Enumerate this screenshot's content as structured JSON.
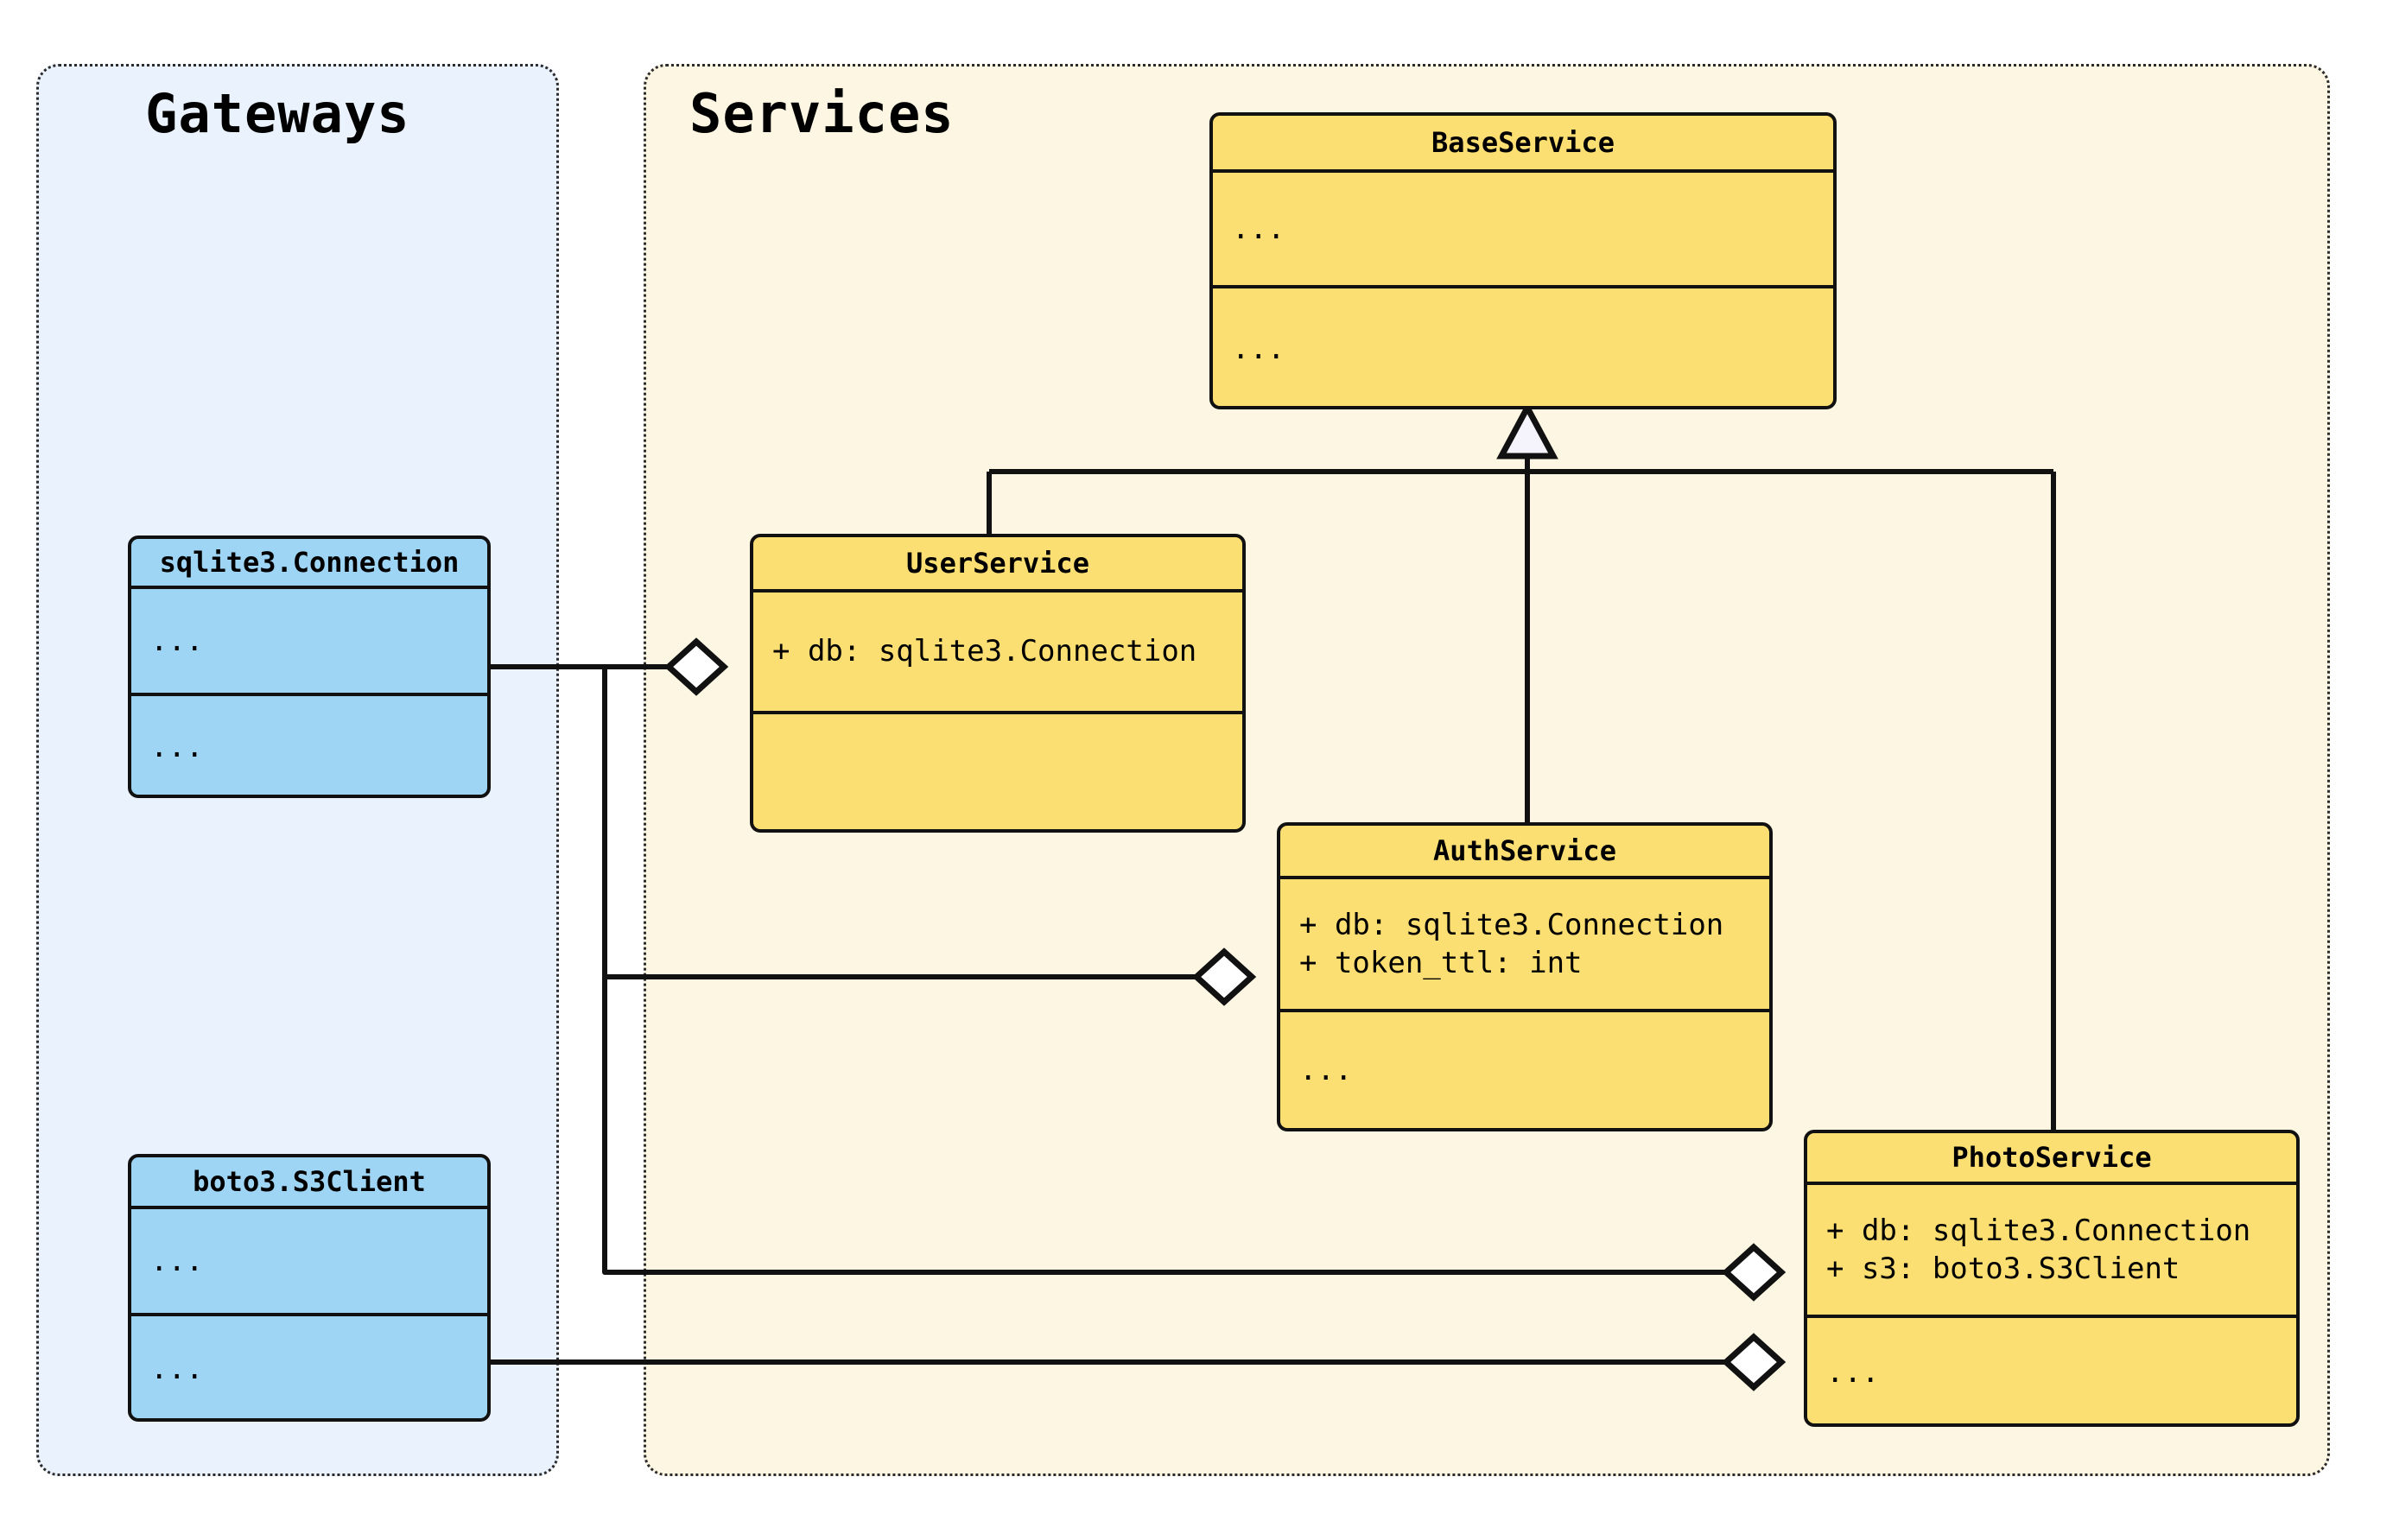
{
  "diagram": {
    "type": "uml-class-diagram",
    "packages": [
      {
        "id": "gateways",
        "title": "Gateways"
      },
      {
        "id": "services",
        "title": "Services"
      }
    ],
    "ellipsis": "...",
    "colors": {
      "service_fill": "#fcdf72",
      "gateway_fill": "#9fd5f4",
      "gateways_panel": "#e9f2fd",
      "services_panel": "#fdf6e3",
      "stroke": "#111111"
    },
    "classes": [
      {
        "id": "baseservice",
        "package": "Services",
        "name": "BaseService",
        "attributes": [
          "..."
        ],
        "methods": [
          "..."
        ]
      },
      {
        "id": "userservice",
        "package": "Services",
        "name": "UserService",
        "attributes": [
          "+ db: sqlite3.Connection"
        ],
        "methods": [
          ""
        ]
      },
      {
        "id": "authservice",
        "package": "Services",
        "name": "AuthService",
        "attributes": [
          "+ db: sqlite3.Connection",
          "+ token_ttl: int"
        ],
        "methods": [
          "..."
        ]
      },
      {
        "id": "photoservice",
        "package": "Services",
        "name": "PhotoService",
        "attributes": [
          "+ db: sqlite3.Connection",
          "+ s3: boto3.S3Client"
        ],
        "methods": [
          "..."
        ]
      },
      {
        "id": "sqlite3connection",
        "package": "Gateways",
        "name": "sqlite3.Connection",
        "attributes": [
          "..."
        ],
        "methods": [
          "..."
        ]
      },
      {
        "id": "boto3s3client",
        "package": "Gateways",
        "name": "boto3.S3Client",
        "attributes": [
          "..."
        ],
        "methods": [
          "..."
        ]
      }
    ],
    "relationships": [
      {
        "kind": "generalization",
        "from": "UserService",
        "to": "BaseService",
        "marker": "hollow-triangle"
      },
      {
        "kind": "generalization",
        "from": "AuthService",
        "to": "BaseService",
        "marker": "hollow-triangle"
      },
      {
        "kind": "generalization",
        "from": "PhotoService",
        "to": "BaseService",
        "marker": "hollow-triangle"
      },
      {
        "kind": "aggregation",
        "from": "UserService",
        "to": "sqlite3.Connection",
        "marker": "hollow-diamond"
      },
      {
        "kind": "aggregation",
        "from": "AuthService",
        "to": "sqlite3.Connection",
        "marker": "hollow-diamond"
      },
      {
        "kind": "aggregation",
        "from": "PhotoService",
        "to": "sqlite3.Connection",
        "marker": "hollow-diamond"
      },
      {
        "kind": "aggregation",
        "from": "PhotoService",
        "to": "boto3.S3Client",
        "marker": "hollow-diamond"
      }
    ]
  }
}
